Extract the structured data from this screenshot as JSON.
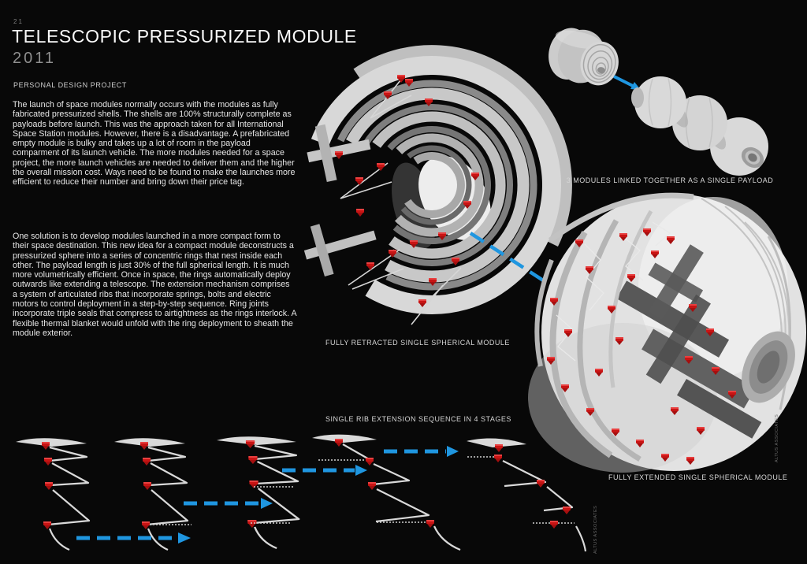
{
  "page": {
    "number": "21",
    "title": "TELESCOPIC PRESSURIZED MODULE",
    "year": "2011",
    "subtitle": "PERSONAL DESIGN PROJECT"
  },
  "body": {
    "paragraph1": "The launch of space modules normally occurs with the modules as fully fabricated pressurized shells. The shells are 100% structurally complete as payloads before launch. This was the approach taken for all International Space Station modules.  However, there is a disadvantage. A prefabricated empty module is bulky and takes up a lot of room in the payload comparment of its launch vehicle. The more modules needed for a space project, the more launch vehicles are needed to deliver them and the higher the overall mission cost. Ways need to be found to make the launches more efficient to reduce their number and bring down their price tag.",
    "paragraph2": "One solution is to develop modules launched in a more compact form to their space destination. This new idea for a compact module deconstructs a pressurized sphere into a series of concentric rings that nest inside each other. The payload length is just 30% of the full spherical length.  It is much more volumetrically efficient.  Once in space, the rings automatically deploy outwards like extending a telescope. The extension mechanism comprises a system of articulated ribs that incorporate springs, bolts and electric motors to control deployment in a step-by-step sequence.  Ring joints incorporate triple seals that compress to airtightness as the rings interlock. A flexible thermal blanket would unfold with the ring deployment to sheath the module exterior."
  },
  "figures": {
    "payload": {
      "caption": "3 MODULES LINKED TOGETHER AS A SINGLE PAYLOAD"
    },
    "retracted": {
      "caption": "FULLY RETRACTED SINGLE SPHERICAL MODULE"
    },
    "sequence": {
      "caption": "SINGLE RIB EXTENSION SEQUENCE IN 4 STAGES"
    },
    "extended": {
      "caption": "FULLY EXTENDED SINGLE SPHERICAL MODULE"
    }
  },
  "watermark": {
    "text": "ALTUS ASSOCIATES"
  },
  "colors": {
    "background": "#080808",
    "accent_blue": "#1f96e0",
    "joint_red": "#c81414",
    "shell_light": "#d8d8d8",
    "shell_dark": "#585858",
    "text": "#e6e6e6"
  }
}
